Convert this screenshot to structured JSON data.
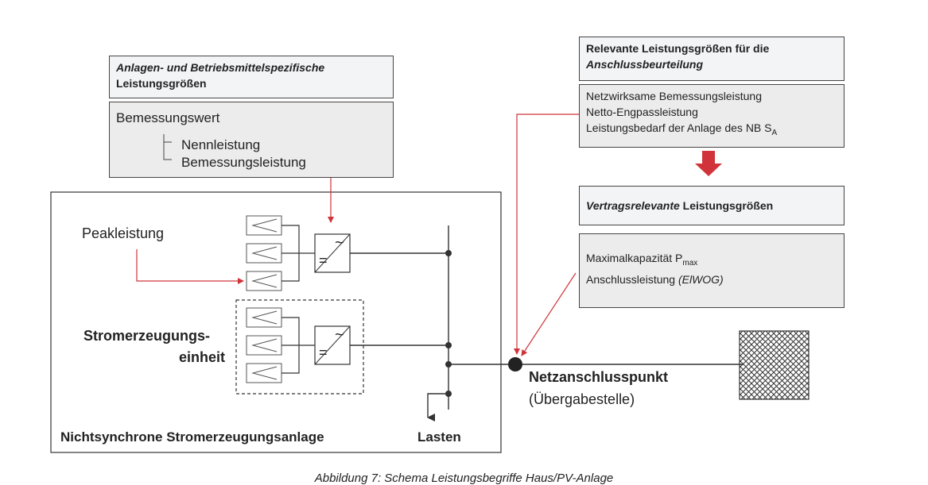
{
  "left_header": {
    "line1": "Anlagen- und Betriebsmittelspezifische",
    "line2": "Leistungsgrößen"
  },
  "left_body": {
    "title": "Bemessungswert",
    "item1": "Nennleistung",
    "item2": "Bemessungsleistung"
  },
  "right_header": {
    "line1": "Relevante Leistungsgrößen für die",
    "line2": "Anschlussbeurteilung"
  },
  "right_body": {
    "item1": "Netzwirksame Bemessungsleistung",
    "item2": "Netto-Engpassleistung",
    "item3_main": "Leistungsbedarf der Anlage des NB S",
    "item3_sub": "A"
  },
  "contract_header": {
    "italic": "Vertragsrelevante",
    "rest": " Leistungsgrößen"
  },
  "contract_body": {
    "item1_main": "Maximalkapazität P",
    "item1_sub": "max",
    "item2_main": "Anschlussleistung ",
    "item2_italic": "(ElWOG)"
  },
  "labels": {
    "peak": "Peakleistung",
    "unit_line1": "Stromerzeugungs-",
    "unit_line2": "einheit",
    "plant": "Nichtsynchrone Stromerzeugungsanlage",
    "loads": "Lasten",
    "connection": "Netzanschlusspunkt",
    "handover": "(Übergabestelle)",
    "inv_ac": "~",
    "inv_dc": "="
  },
  "caption": "Abbildung 7: Schema Leistungsbegriffe Haus/PV-Anlage",
  "colors": {
    "arrow": "#d0343a",
    "box_fill": "#ececec",
    "header_fill": "#f3f4f6"
  }
}
